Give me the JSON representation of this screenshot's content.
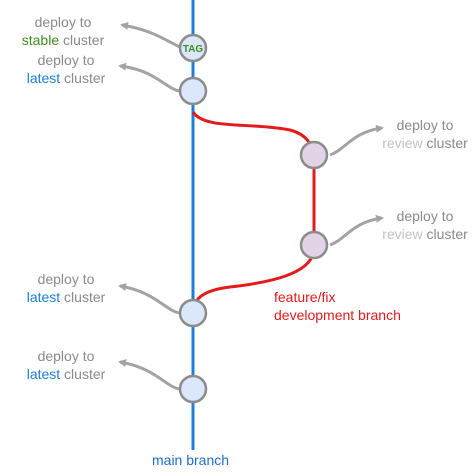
{
  "colors": {
    "main_line": "#1e7fd6",
    "feature_line": "#e31b1b",
    "main_commit_fill": "#dbe7fb",
    "feature_commit_fill": "#e2d3e6",
    "commit_stroke": "#8c8c8c",
    "arrow": "#a3a3a3",
    "tag_text": "#3e8e1f"
  },
  "tag": {
    "text": "TAG"
  },
  "labels": [
    {
      "line1": "deploy to",
      "highlight": "stable",
      "rest": " cluster",
      "style": "green"
    },
    {
      "line1": "deploy to",
      "highlight": "latest",
      "rest": " cluster",
      "style": "blue"
    },
    {
      "line1": "deploy to",
      "highlight": "review",
      "rest": " cluster",
      "style": "light"
    },
    {
      "line1": "deploy to",
      "highlight": "review",
      "rest": " cluster",
      "style": "light"
    },
    {
      "line1": "deploy to",
      "highlight": "latest",
      "rest": " cluster",
      "style": "blue"
    },
    {
      "line1": "deploy to",
      "highlight": "latest",
      "rest": " cluster",
      "style": "blue"
    }
  ],
  "branches": {
    "feature_line1": "feature/fix",
    "feature_line2": "development branch",
    "main": "main branch"
  }
}
